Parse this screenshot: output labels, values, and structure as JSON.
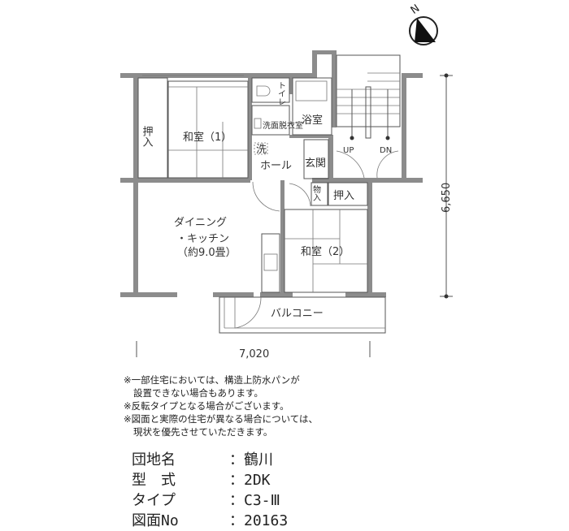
{
  "rooms": {
    "closet1": "押入",
    "washitsu1": "和室（1）",
    "toilet": "トイレ",
    "bath": "浴室",
    "washroom": "洗面脱衣室",
    "washer": "洗",
    "hall": "ホール",
    "entrance": "玄関",
    "storage": "物入",
    "closet2": "押入",
    "dk_line1": "ダイニング",
    "dk_line2": "・キッチン",
    "dk_line3": "（約9.0畳）",
    "washitsu2": "和室（2）",
    "balcony": "バルコニー",
    "up": "UP",
    "dn": "DN"
  },
  "dimensions": {
    "height": "6,650",
    "width": "7,020"
  },
  "compass": {
    "label": "N"
  },
  "notes": [
    "※一部住宅においては、構造上防水パンが",
    "設置できない場合もあります。",
    "※反転タイプとなる場合がございます。",
    "※図面と実際の住宅が異なる場合については、",
    "現状を優先させていただきます。"
  ],
  "info": [
    {
      "key": "団地名",
      "value": "鶴川"
    },
    {
      "key": "型　式",
      "value": "2DK"
    },
    {
      "key": "タイプ",
      "value": "C3-Ⅲ"
    },
    {
      "key": "図面No",
      "value": "20163"
    }
  ]
}
